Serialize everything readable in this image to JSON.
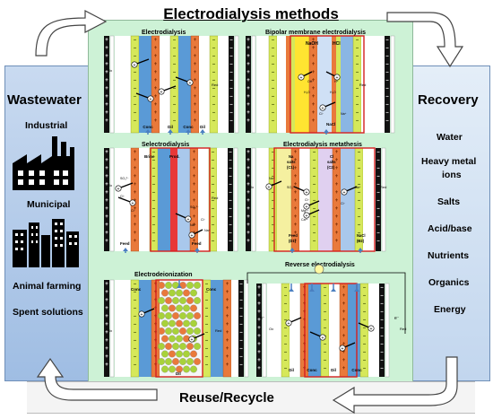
{
  "title": "Electrodialysis methods",
  "left_panel": {
    "heading": "Wastewater",
    "items": [
      "Industrial",
      "Municipal",
      "Animal farming",
      "Spent solutions"
    ]
  },
  "right_panel": {
    "heading": "Recovery",
    "items": [
      "Water",
      "Heavy metal",
      "ions",
      "Salts",
      "Acid/base",
      "Nutrients",
      "Organics",
      "Energy"
    ]
  },
  "bottom_label": "Reuse/Recycle",
  "cells": {
    "ed": {
      "title": "Electrodialysis",
      "left_label": "Ox",
      "right_label": "Red",
      "bottom": [
        "Conc",
        "Dil",
        "Conc",
        "Dil"
      ]
    },
    "bmed": {
      "title": "Bipolar membrane electrodialysis",
      "top": [
        "NaOH",
        "HCl"
      ],
      "right_label": "Red",
      "bottom": [
        "NaCl"
      ],
      "ions": [
        "OH⁻",
        "H⁺",
        "H₂O",
        "H₂O",
        "Cl⁻",
        "Na⁺"
      ]
    },
    "sed": {
      "title": "Selectrodialysis",
      "left_label": "Ox",
      "right_label": "Red",
      "top": [
        "Brine",
        "Prod."
      ],
      "bottom": [
        "Feed",
        "Feed"
      ],
      "ions": [
        "SO₄²⁻",
        "Cl⁻",
        "Cl⁻",
        "SO₄²⁻",
        "Na⁺",
        "Cl⁻",
        "Na⁺"
      ]
    },
    "edm": {
      "title": "Electrodialysis metathesis",
      "left_label": "Ox",
      "right_label": "Red",
      "top": [
        "Na",
        "salts",
        "(C1)",
        "Cl",
        "salts",
        "(C2)"
      ],
      "bottom": [
        "Feed",
        "(D1)",
        "NaCl",
        "(D2)"
      ],
      "ions": [
        "Na⁺",
        "SO₄²⁻",
        "Cl⁻",
        "Mg²⁺",
        "Ca²⁺",
        "Cl⁻",
        "Na⁺"
      ]
    },
    "edi": {
      "title": "Electrodeionization",
      "left_label": "Ox",
      "right_label": "Red",
      "top": [
        "Conc",
        "Conc"
      ],
      "bottom": [
        "Dil"
      ]
    },
    "red": {
      "title": "Reverse electrodialysis",
      "left_label": "Ox",
      "right_label": "Red",
      "bottom": [
        "Dil",
        "Conc",
        "Dil",
        "Conc"
      ],
      "electron": "e⁻"
    }
  },
  "colors": {
    "anion_membrane": "#e9793b",
    "cation_membrane": "#d6e85a",
    "electrode_dark": "#111111",
    "bipolar": "#ffe431",
    "conc": "#4e8fd0",
    "frame_red": "#d42020"
  }
}
